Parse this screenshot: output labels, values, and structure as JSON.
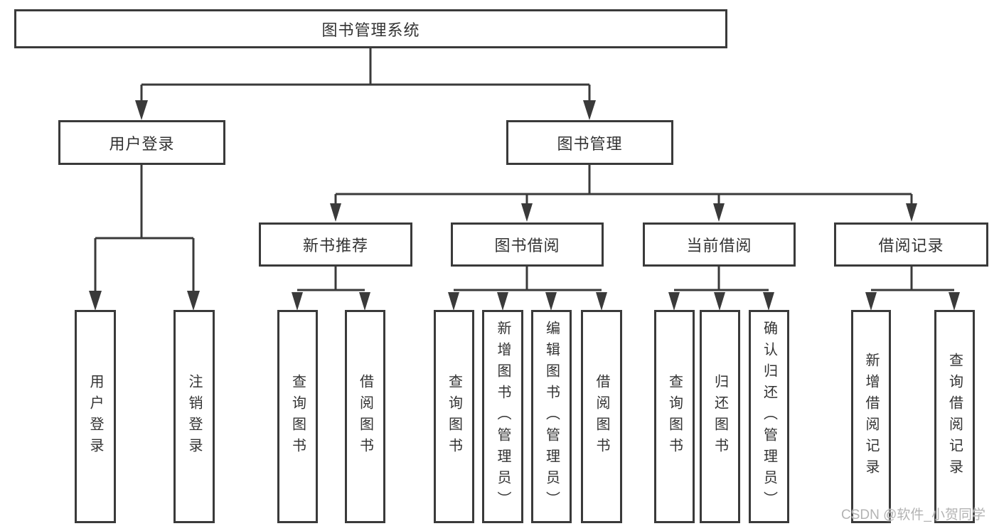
{
  "diagram": {
    "root": "图书管理系统",
    "branches": [
      {
        "label": "用户登录",
        "children": [
          "用户登录",
          "注销登录"
        ]
      },
      {
        "label": "图书管理",
        "sections": [
          {
            "label": "新书推荐",
            "children": [
              "查询图书",
              "借阅图书"
            ]
          },
          {
            "label": "图书借阅",
            "children": [
              "查询图书",
              "新增图书（管理员）",
              "编辑图书（管理员）",
              "借阅图书"
            ]
          },
          {
            "label": "当前借阅",
            "children": [
              "查询图书",
              "归还图书",
              "确认归还（管理员）"
            ]
          },
          {
            "label": "借阅记录",
            "children": [
              "新增借阅记录",
              "查询借阅记录"
            ]
          }
        ]
      }
    ],
    "watermark": "CSDN @软件_小贺同学",
    "colors": {
      "line": "#3a3a3a",
      "text": "#333333",
      "background": "#ffffff",
      "watermark": "#b3b3b3"
    }
  }
}
